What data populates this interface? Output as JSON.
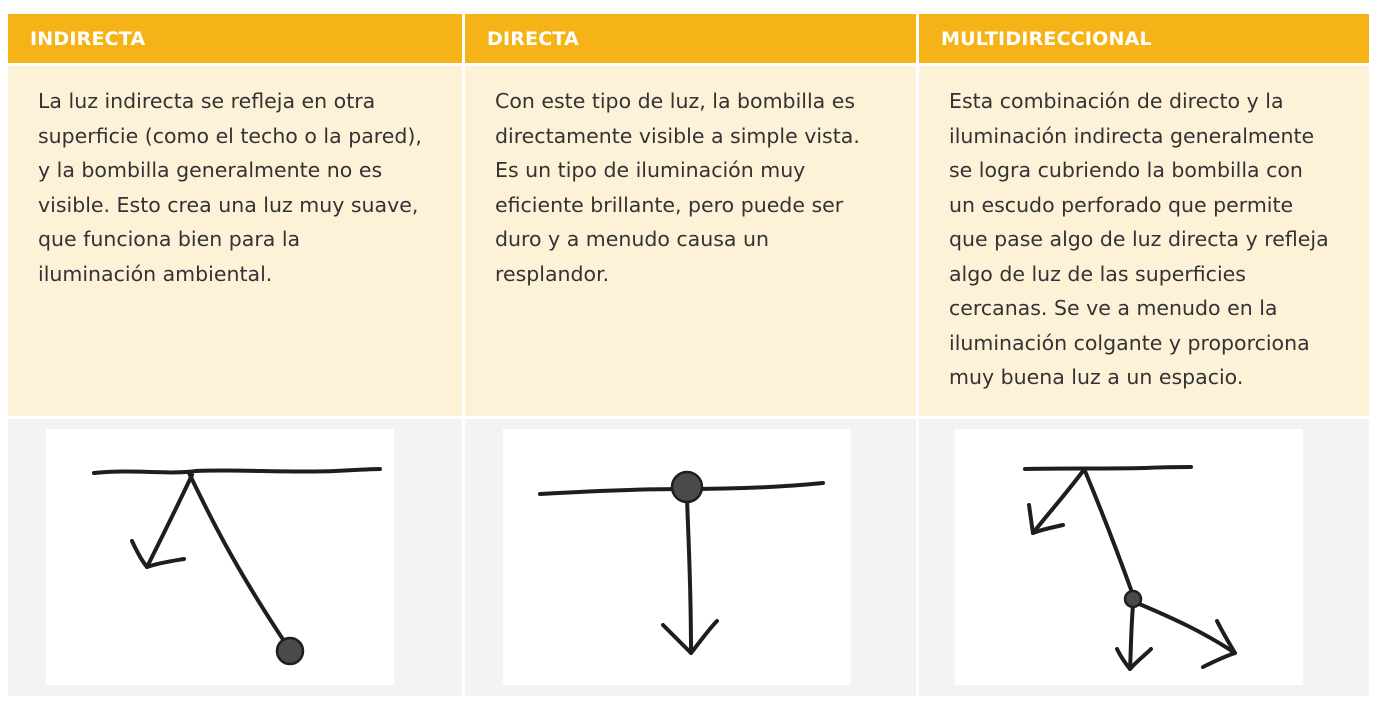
{
  "columns": [
    {
      "title": "INDIRECTA",
      "text": "La luz indirecta se refleja en otra superficie (como el techo o la pared), y la bombilla generalmente no es visible. Esto crea una luz muy suave, que funciona bien para la iluminación ambiental.",
      "diagram_icon": "indirect-light-diagram-icon"
    },
    {
      "title": "DIRECTA",
      "text": "Con este tipo de luz, la bombilla es directamente visible a simple vista. Es un tipo de iluminación muy eficiente brillante, pero puede ser duro y a menudo causa un resplandor.",
      "diagram_icon": "direct-light-diagram-icon"
    },
    {
      "title": "MULTIDIRECCIONAL",
      "text": "Esta combinación de directo y la iluminación indirecta generalmente se logra cubriendo la bombilla con un escudo perforado que permite que pase algo de luz directa y refleja algo de luz de las superficies cercanas. Se ve a menudo en la iluminación colgante y proporciona muy buena luz a un espacio.",
      "diagram_icon": "multidirectional-light-diagram-icon"
    }
  ],
  "colors": {
    "header_bg": "#f6b318",
    "body_bg": "#fdf1d8",
    "image_row_bg": "#f2f4f3",
    "text": "#333333"
  }
}
